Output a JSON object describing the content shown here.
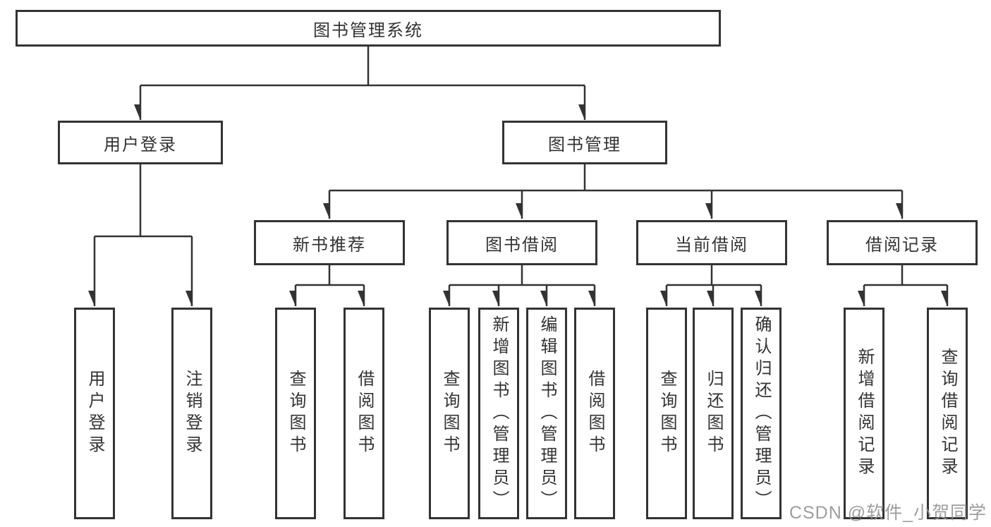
{
  "diagram": {
    "root": {
      "label": "图书管理系统"
    },
    "level2": [
      {
        "label": "用户登录"
      },
      {
        "label": "图书管理"
      }
    ],
    "level3": [
      {
        "label": "新书推荐"
      },
      {
        "label": "图书借阅"
      },
      {
        "label": "当前借阅"
      },
      {
        "label": "借阅记录"
      }
    ],
    "leaves": [
      {
        "label": "用户登录"
      },
      {
        "label": "注销登录"
      },
      {
        "label": "查询图书"
      },
      {
        "label": "借阅图书"
      },
      {
        "label": "查询图书"
      },
      {
        "label": "新增图书（管理员）"
      },
      {
        "label": "编辑图书（管理员）"
      },
      {
        "label": "借阅图书"
      },
      {
        "label": "查询图书"
      },
      {
        "label": "归还图书"
      },
      {
        "label": "确认归还（管理员）"
      },
      {
        "label": "新增借阅记录"
      },
      {
        "label": "查询借阅记录"
      }
    ]
  },
  "watermark": {
    "text": "CSDN @软件_小贺同学"
  },
  "colors": {
    "line": "#333333",
    "text": "#333333",
    "box_fill": "#ffffff",
    "watermark": "#919191"
  }
}
